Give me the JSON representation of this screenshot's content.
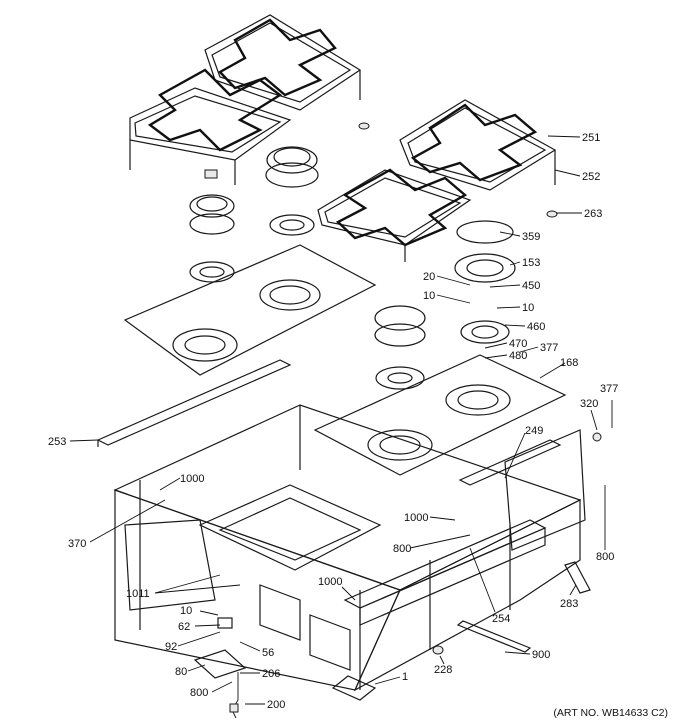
{
  "labels": {
    "l251": "251",
    "l252": "252",
    "l263": "263",
    "l359": "359",
    "l153": "153",
    "l20": "20",
    "l450": "450",
    "l10a": "10",
    "l10b": "10",
    "l460": "460",
    "l470": "470",
    "l377a": "377",
    "l480": "480",
    "l168": "168",
    "l377b": "377",
    "l320": "320",
    "l253": "253",
    "l249": "249",
    "l1000a": "1000",
    "l370": "370",
    "l1000b": "1000",
    "l800a": "800",
    "l800b": "800",
    "l1000c": "1000",
    "l1011": "1011",
    "l10c": "10",
    "l62": "62",
    "l92": "92",
    "l56": "56",
    "l80": "80",
    "l206": "206",
    "l800c": "800",
    "l200": "200",
    "l254": "254",
    "l283": "283",
    "l900": "900",
    "l228": "228",
    "l1": "1"
  },
  "art_number": "(ART NO. WB14633 C2)"
}
